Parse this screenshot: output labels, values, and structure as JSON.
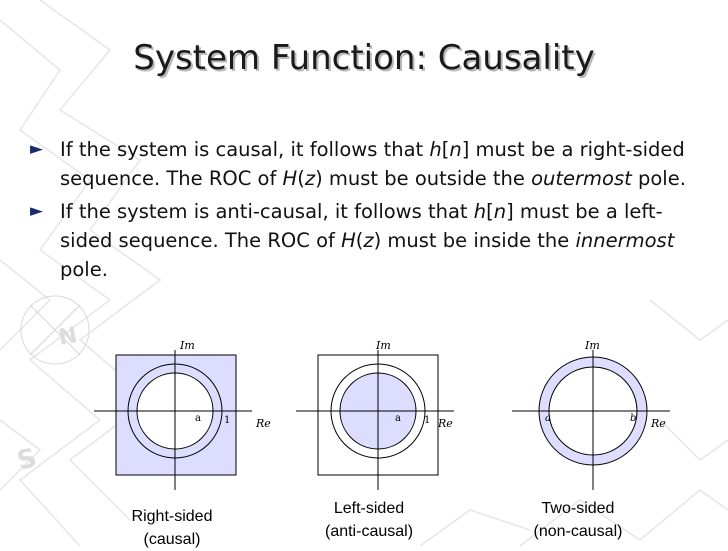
{
  "slide": {
    "title": "System Function: Causality",
    "bullets": [
      {
        "t1": "If the system is causal, it follows that ",
        "h": "h",
        "lb": "[",
        "n": "n",
        "rb": "]",
        "t2": " must be a right-sided sequence. The ROC of ",
        "H": "H",
        "lp": "(",
        "z": "z",
        "rp": ")",
        "t3": " must be outside the ",
        "em": "outermost",
        "t4": " pole."
      },
      {
        "t1": "If the system is anti-causal, it follows that ",
        "h": "h",
        "lb": "[",
        "n": "n",
        "rb": "]",
        "t2": " must be a left-sided sequence. The ROC of ",
        "H": "H",
        "lp": "(",
        "z": "z",
        "rp": ")",
        "t3": " must be inside the ",
        "em": "innermost",
        "t4": " pole."
      }
    ]
  },
  "diagrams": [
    {
      "im_label": "Im",
      "re_label": "Re",
      "pole_label": "a",
      "unit_label": "1",
      "caption_line1": "Right-sided",
      "caption_line2": "(causal)"
    },
    {
      "im_label": "Im",
      "re_label": "Re",
      "pole_label": "a",
      "unit_label": "1",
      "caption_line1": "Left-sided",
      "caption_line2": "(anti-causal)"
    },
    {
      "im_label": "Im",
      "re_label": "Re",
      "pole_label": "a",
      "unit_label": "b",
      "caption_line1": "Two-sided",
      "caption_line2": "(non-causal)"
    }
  ],
  "colors": {
    "roc_fill": "#ddddff",
    "accent": "#1a2a70"
  }
}
